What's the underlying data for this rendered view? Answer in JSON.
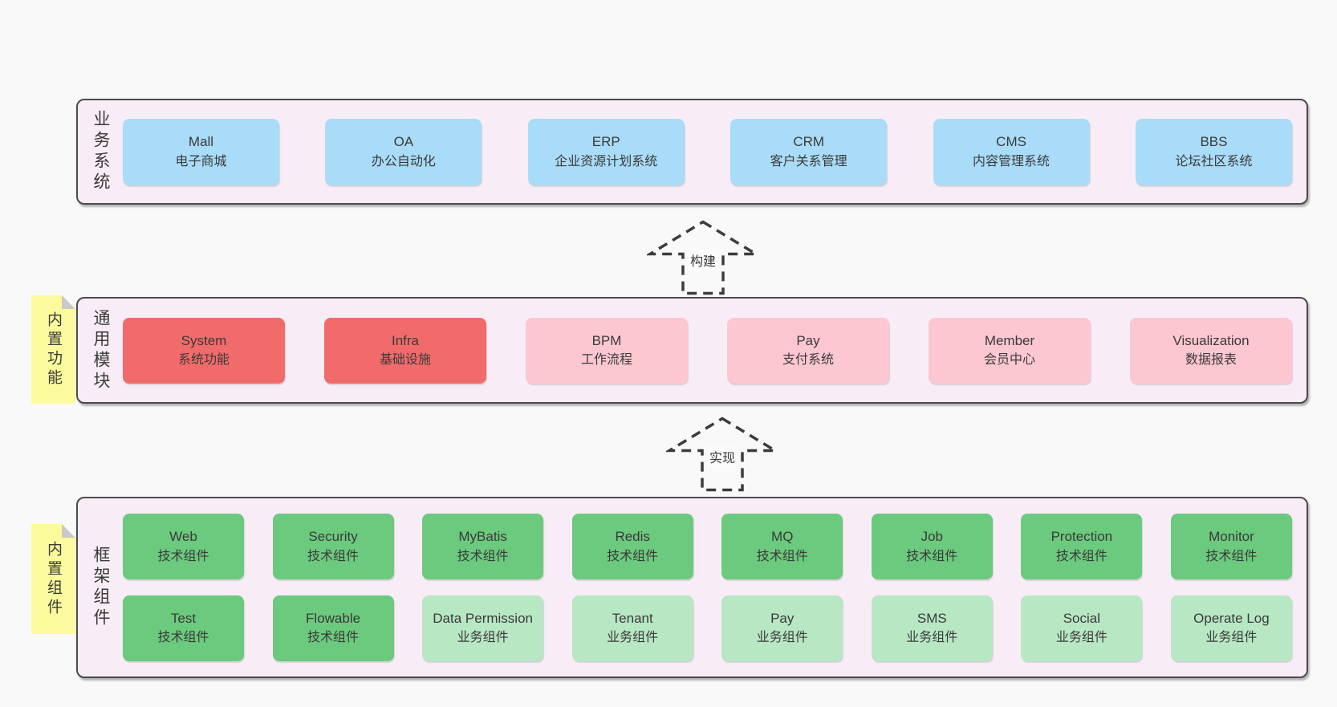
{
  "page": {
    "background": "#f9f9f9"
  },
  "colors": {
    "panel_fill": "#f8edf6",
    "panel_border": "#4b4b4b",
    "blue": "#a9dcf8",
    "red": "#f16b6b",
    "pink": "#fcc7d0",
    "green": "#6bca7e",
    "green_light": "#b8e7c4",
    "yellow_tab": "#fbfa9d",
    "fold_gray": "#c9c9c9",
    "text": "#3a3a3a",
    "arrow_stroke": "#3c3c3c"
  },
  "arrows": [
    {
      "label": "构建"
    },
    {
      "label": "实现"
    }
  ],
  "tiers": [
    {
      "label": "业务系统",
      "tab": null,
      "rows": [
        [
          {
            "en": "Mall",
            "zh": "电子商城",
            "variant": "blue"
          },
          {
            "en": "OA",
            "zh": "办公自动化",
            "variant": "blue"
          },
          {
            "en": "ERP",
            "zh": "企业资源计划系统",
            "variant": "blue"
          },
          {
            "en": "CRM",
            "zh": "客户关系管理",
            "variant": "blue"
          },
          {
            "en": "CMS",
            "zh": "内容管理系统",
            "variant": "blue"
          },
          {
            "en": "BBS",
            "zh": "论坛社区系统",
            "variant": "blue"
          }
        ]
      ]
    },
    {
      "label": "通用模块",
      "tab": "内置功能",
      "rows": [
        [
          {
            "en": "System",
            "zh": "系统功能",
            "variant": "red"
          },
          {
            "en": "Infra",
            "zh": "基础设施",
            "variant": "red"
          },
          {
            "en": "BPM",
            "zh": "工作流程",
            "variant": "pink"
          },
          {
            "en": "Pay",
            "zh": "支付系统",
            "variant": "pink"
          },
          {
            "en": "Member",
            "zh": "会员中心",
            "variant": "pink"
          },
          {
            "en": "Visualization",
            "zh": "数据报表",
            "variant": "pink"
          }
        ]
      ]
    },
    {
      "label": "框架组件",
      "tab": "内置组件",
      "rows": [
        [
          {
            "en": "Web",
            "zh": "技术组件",
            "variant": "green"
          },
          {
            "en": "Security",
            "zh": "技术组件",
            "variant": "green"
          },
          {
            "en": "MyBatis",
            "zh": "技术组件",
            "variant": "green"
          },
          {
            "en": "Redis",
            "zh": "技术组件",
            "variant": "green"
          },
          {
            "en": "MQ",
            "zh": "技术组件",
            "variant": "green"
          },
          {
            "en": "Job",
            "zh": "技术组件",
            "variant": "green"
          },
          {
            "en": "Protection",
            "zh": "技术组件",
            "variant": "green"
          },
          {
            "en": "Monitor",
            "zh": "技术组件",
            "variant": "green"
          }
        ],
        [
          {
            "en": "Test",
            "zh": "技术组件",
            "variant": "green"
          },
          {
            "en": "Flowable",
            "zh": "技术组件",
            "variant": "green"
          },
          {
            "en": "Data Permission",
            "zh": "业务组件",
            "variant": "green-light"
          },
          {
            "en": "Tenant",
            "zh": "业务组件",
            "variant": "green-light"
          },
          {
            "en": "Pay",
            "zh": "业务组件",
            "variant": "green-light"
          },
          {
            "en": "SMS",
            "zh": "业务组件",
            "variant": "green-light"
          },
          {
            "en": "Social",
            "zh": "业务组件",
            "variant": "green-light"
          },
          {
            "en": "Operate Log",
            "zh": "业务组件",
            "variant": "green-light"
          }
        ]
      ]
    }
  ]
}
